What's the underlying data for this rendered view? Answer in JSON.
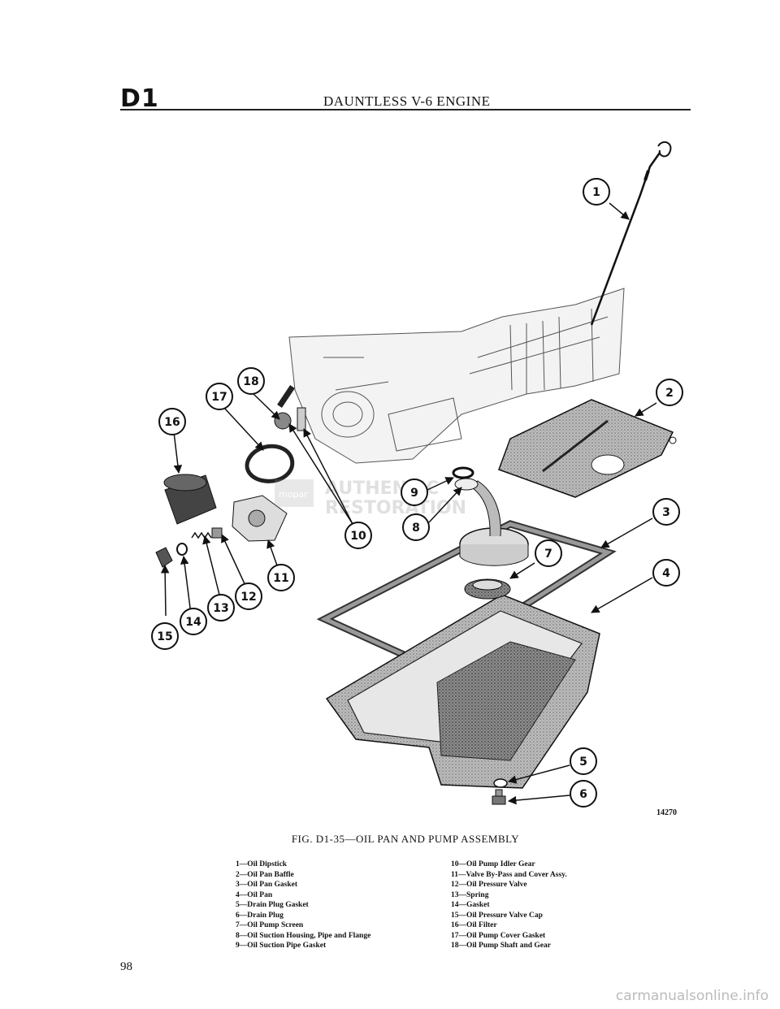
{
  "header": {
    "section_code": "D1",
    "running_title": "DAUNTLESS V-6 ENGINE"
  },
  "figure": {
    "callouts": [
      "1",
      "2",
      "3",
      "4",
      "5",
      "6",
      "7",
      "8",
      "9",
      "10",
      "11",
      "12",
      "13",
      "14",
      "15",
      "16",
      "17",
      "18"
    ],
    "figure_number": "14270",
    "stamp_lines": [
      "AUTHENTIC",
      "RESTORATION"
    ],
    "stamp_badge": "mopar"
  },
  "caption": "FIG. D1-35—OIL PAN AND PUMP ASSEMBLY",
  "legend": {
    "left": [
      "1—Oil Dipstick",
      "2—Oil Pan Baffle",
      "3—Oil Pan Gasket",
      "4—Oil Pan",
      "5—Drain Plug Gasket",
      "6—Drain Plug",
      "7—Oil Pump Screen",
      "8—Oil Suction Housing, Pipe and Flange",
      "9—Oil Suction Pipe Gasket"
    ],
    "right": [
      "10—Oil Pump Idler Gear",
      "11—Valve By-Pass and Cover Assy.",
      "12—Oil Pressure Valve",
      "13—Spring",
      "14—Gasket",
      "15—Oil Pressure Valve Cap",
      "16—Oil Filter",
      "17—Oil Pump Cover Gasket",
      "18—Oil Pump Shaft and Gear"
    ]
  },
  "page_number": "98",
  "watermark": "carmanualsonline.info"
}
